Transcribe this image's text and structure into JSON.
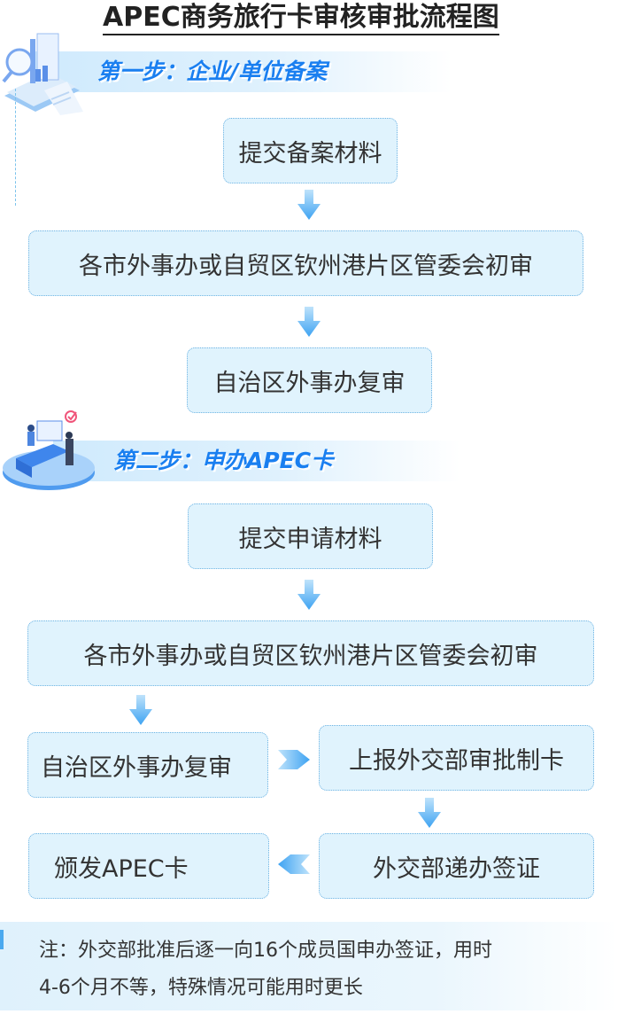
{
  "title": "APEC商务旅行卡审核审批流程图",
  "colors": {
    "accent": "#1a7ff0",
    "box_fill": "#e0f3fd",
    "box_border": "#6fb4e3",
    "arrow": "#4aa9ef"
  },
  "step1": {
    "label": "第一步：企业/单位备案",
    "illustration": "document-search-icon",
    "boxes": [
      {
        "text": "提交备案材料"
      },
      {
        "text": "各市外事办或自贸区钦州港片区管委会初审"
      },
      {
        "text": "自治区外事办复审"
      }
    ]
  },
  "step2": {
    "label": "第二步：申办APEC卡",
    "illustration": "service-desk-icon",
    "boxes": [
      {
        "text": "提交申请材料"
      },
      {
        "text": "各市外事办或自贸区钦州港片区管委会初审"
      },
      {
        "text": "自治区外事办复审"
      },
      {
        "text": "上报外交部审批制卡"
      },
      {
        "text": "外交部递办签证"
      },
      {
        "text": "颁发APEC卡"
      }
    ]
  },
  "note": {
    "line1": "注：外交部批准后逐一向16个成员国申办签证，用时",
    "line2": "4-6个月不等，特殊情况可能用时更长"
  }
}
